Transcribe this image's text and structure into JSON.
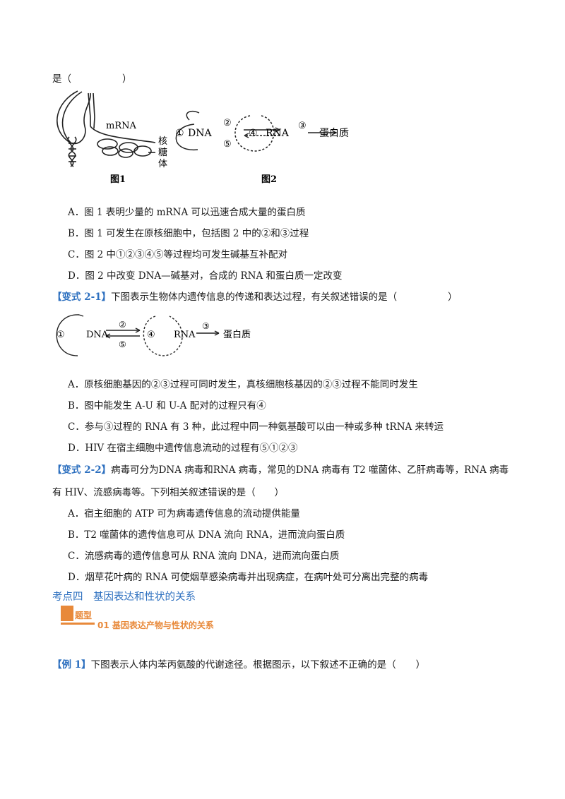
{
  "q_top": {
    "tail": "是（",
    "close": "）"
  },
  "figure_top": {
    "mrna_label": "mRNA",
    "ribosome_label": [
      "核",
      "糖",
      "体"
    ],
    "fig1_caption": "图1",
    "fig2_caption": "图2",
    "node1": "①",
    "dna": "DNA",
    "node2": "②",
    "node5": "⑤",
    "node4": "④",
    "rna": "RNA",
    "node3": "③",
    "protein": "蛋白质"
  },
  "q1_options": [
    "A．图 1 表明少量的 mRNA 可以迅速合成大量的蛋白质",
    "B．图 1 可发生在原核细胞中，包括图 2 中的②和③过程",
    "C．图 2 中①②③④⑤等过程均可发生碱基互补配对",
    "D．图 2 中改变 DNA—碱基对，合成的 RNA 和蛋白质一定改变"
  ],
  "var21": {
    "tag": "【变式 2-1】",
    "text": "下图表示生物体内遗传信息的传递和表达过程，有关叙述错误的是（",
    "close": "）"
  },
  "figure_mid": {
    "node1": "①",
    "dna": "DNA",
    "node2": "②",
    "node5": "⑤",
    "node4": "④",
    "rna": "RNA",
    "node3": "③",
    "protein": "蛋白质"
  },
  "q2_options": [
    "A．原核细胞基因的②③过程可同时发生，真核细胞核基因的②③过程不能同时发生",
    "B．图中能发生 A-U 和 U-A 配对的过程只有④",
    "C．参与③过程的 RNA 有 3 种，此过程中同一种氨基酸可以由一种或多种 tRNA 来转运",
    "D．HIV 在宿主细胞中遗传信息流动的过程有⑤①②③"
  ],
  "var22": {
    "tag": "【变式 2-2】",
    "line1": "病毒可分为DNA 病毒和RNA 病毒，常见的DNA 病毒有 T2 噬菌体、乙肝病毒等，RNA 病毒",
    "line2": "有 HIV、流感病毒等。下列相关叙述错误的是（　　）"
  },
  "q3_options": [
    "A．宿主细胞的 ATP 可为病毒遗传信息的流动提供能量",
    "B．T2 噬菌体的遗传信息可从 DNA 流向 RNA，进而流向蛋白质",
    "C．流感病毒的遗传信息可从 RNA 流向 DNA，进而流向蛋白质",
    "D．烟草花叶病的 RNA 可使烟草感染病毒并出现病症，在病叶处可分离出完整的病毒"
  ],
  "section": {
    "title": "考点四　基因表达和性状的关系"
  },
  "topic": {
    "label": "题型",
    "title": "01 基因表达产物与性状的关系"
  },
  "ex1": {
    "tag": "【例 1】",
    "text": "下图表示人体内苯丙氨酸的代谢途径。根据图示，以下叙述不正确的是（",
    "close": "）"
  },
  "colors": {
    "accent_blue": "#2c6fbf",
    "accent_orange": "#e8893a"
  }
}
